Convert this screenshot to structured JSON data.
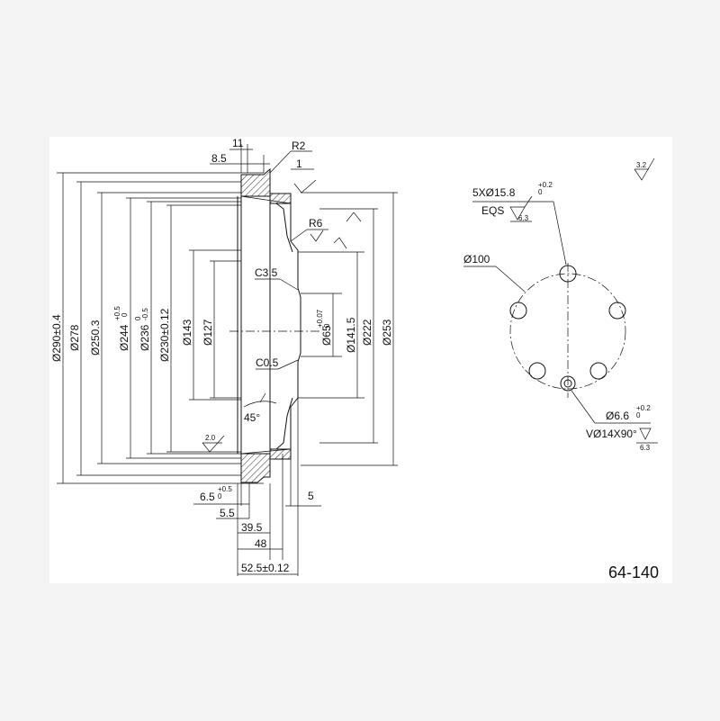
{
  "part_number": "64-140",
  "roughness_general": "3.2",
  "roughness_face": "2.0",
  "section_view": {
    "dims_vertical": [
      {
        "text": "Ø290±0.4"
      },
      {
        "text": "Ø278"
      },
      {
        "text": "Ø250.3"
      },
      {
        "text": "Ø244",
        "tol_upper": "+0.5",
        "tol_lower": "0"
      },
      {
        "text": "Ø236",
        "tol_upper": "0",
        "tol_lower": "-0.5"
      },
      {
        "text": "Ø230±0.12"
      },
      {
        "text": "Ø143"
      },
      {
        "text": "Ø127"
      },
      {
        "text": "Ø65",
        "tol_upper": "+0.07",
        "tol_lower": "0"
      },
      {
        "text": "Ø141.5"
      },
      {
        "text": "Ø222"
      },
      {
        "text": "Ø253"
      }
    ],
    "dims_top": {
      "d11": "11",
      "d8_5": "8.5",
      "r2": "R2",
      "one": "1"
    },
    "dims_bottom": {
      "d6_5": "6.5",
      "d6_5_tol_upper": "+0.5",
      "d6_5_tol_lower": "0",
      "d5_5": "5.5",
      "d5": "5",
      "d39_5": "39.5",
      "d48": "48",
      "d52_5": "52.5±0.12"
    },
    "callouts": {
      "r6": "R6",
      "c3_5": "C3.5",
      "c0_5": "C0.5",
      "angle45": "45°"
    }
  },
  "hole_view": {
    "holes_label": "5XØ15.8",
    "holes_tol_upper": "+0.2",
    "holes_tol_lower": "0",
    "eqs": "EQS",
    "holes_roughness": "6.3",
    "pcd": "Ø100",
    "pilot": "Ø6.6",
    "pilot_tol_upper": "+0.2",
    "pilot_tol_lower": "0",
    "csk": "VØ14X90°",
    "csk_roughness": "6.3"
  }
}
